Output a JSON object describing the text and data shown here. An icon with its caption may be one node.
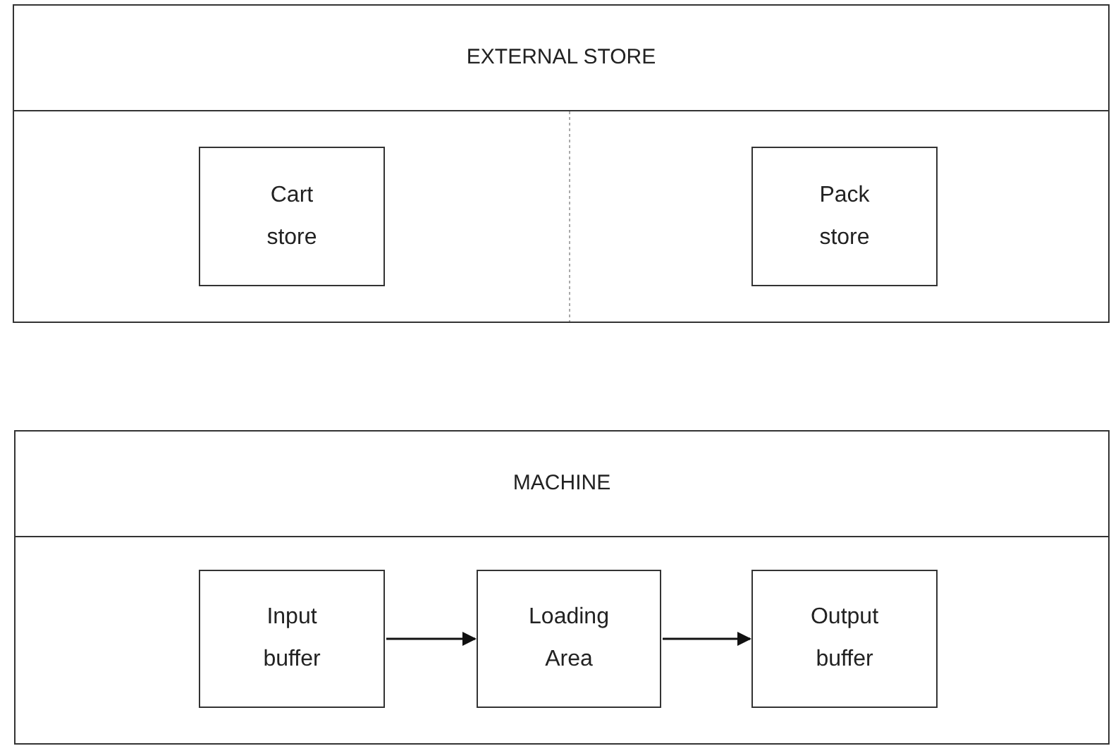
{
  "diagram": {
    "nodes": [
      {
        "text": [
          "EXTERNAL STORE"
        ]
      },
      {
        "text": [
          "Cart store"
        ],
        "in": 0
      },
      {
        "text": [
          "Pack store"
        ],
        "in": 0
      },
      {
        "text": [
          "MACHINE"
        ]
      },
      {
        "text": [
          "Input buffer"
        ],
        "in": 3
      },
      {
        "text": [
          "Loading Area"
        ],
        "in": 3
      },
      {
        "text": [
          "Output buffer"
        ],
        "in": 3
      }
    ],
    "edges": [
      {
        "from": 4,
        "to": 5,
        "arrow": "to"
      },
      {
        "from": 5,
        "to": 6,
        "arrow": "to"
      }
    ]
  }
}
